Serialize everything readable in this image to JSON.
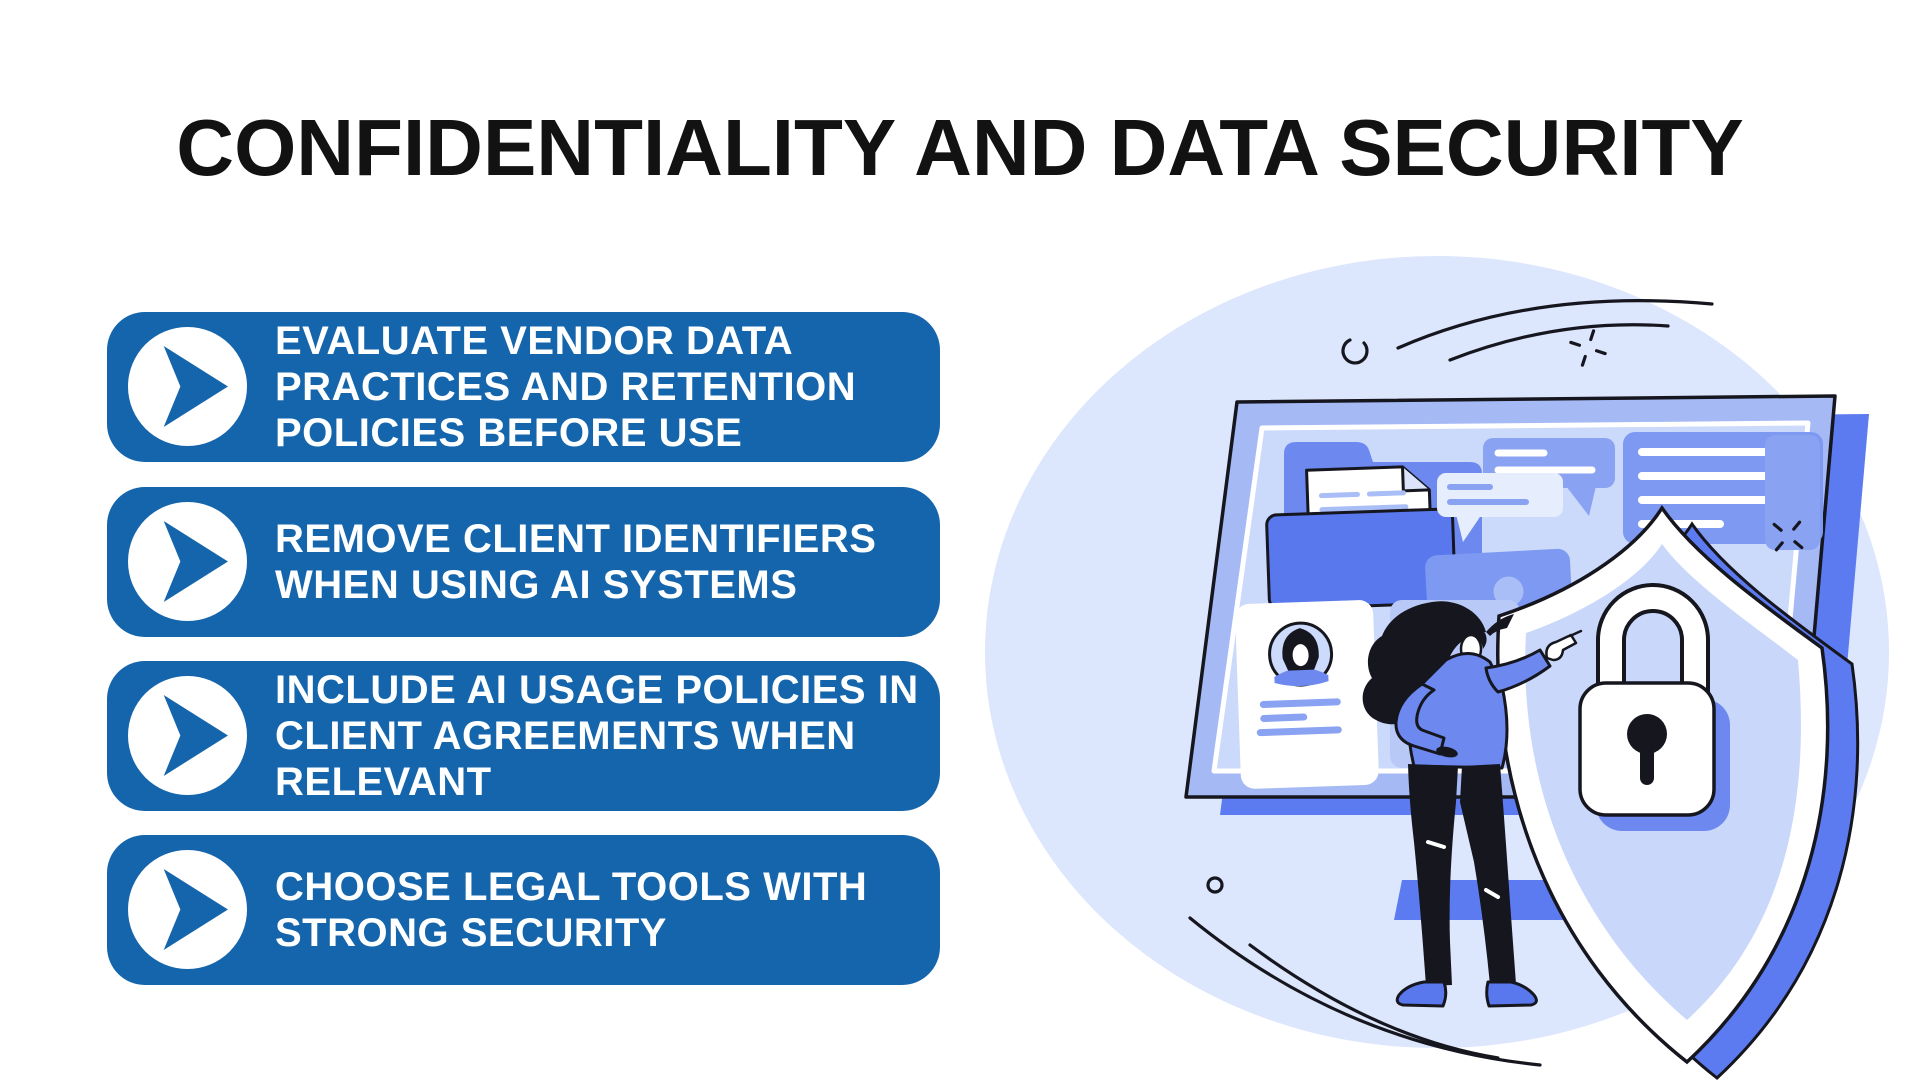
{
  "title": "CONFIDENTIALITY AND DATA SECURITY",
  "items": [
    {
      "text": "EVALUATE VENDOR DATA\nPRACTICES AND RETENTION\nPOLICIES BEFORE USE"
    },
    {
      "text": "REMOVE CLIENT IDENTIFIERS\nWHEN USING AI SYSTEMS"
    },
    {
      "text": "INCLUDE AI USAGE POLICIES IN\nCLIENT AGREEMENTS WHEN\nRELEVANT"
    },
    {
      "text": "CHOOSE LEGAL TOOLS WITH\nSTRONG SECURITY"
    }
  ],
  "icons": {
    "bullet": "arrow-right-icon",
    "illustration": [
      "folder-icon",
      "chat-bubble-icon",
      "profile-card-icon",
      "photo-card-icon",
      "shield-icon",
      "padlock-icon",
      "woman-pointing-figure"
    ]
  },
  "colors": {
    "box_blue": "#1565ac",
    "text_white": "#ffffff",
    "title_black": "#121212",
    "outline_black": "#16161f",
    "accent_blue": "#5a78ee",
    "mid_blue": "#6d89f0",
    "soft_blue": "#8aa2f2",
    "panel_blue": "#cbd9fb",
    "board_blue": "#a5baf5",
    "blob_blue": "#dce6fc",
    "shadow_blue": "#5d7bf0"
  }
}
